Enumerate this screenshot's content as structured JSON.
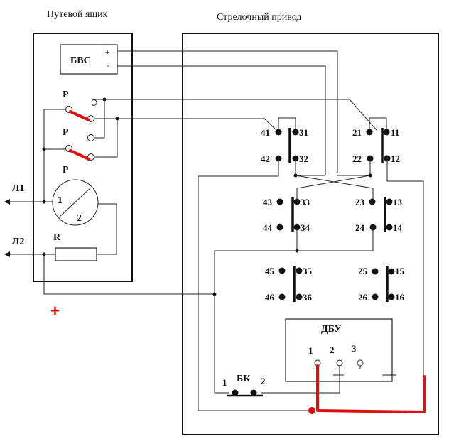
{
  "titles": {
    "track_box": "Путевой  ящик",
    "switch_drive": "Стрелочный привод"
  },
  "track_box": {
    "bvs": {
      "label": "БВС",
      "plus": "+",
      "minus": "-"
    },
    "relay_labels": [
      "Р",
      "Р",
      "Р"
    ],
    "relay_coil": {
      "terminal_1": "1",
      "terminal_2": "2"
    },
    "resistor": "R",
    "lines": {
      "l1": "Л1",
      "l2": "Л2"
    },
    "red_mark": "+"
  },
  "switch_drive": {
    "contacts": {
      "group_left": {
        "row1": [
          "41",
          "31"
        ],
        "row2": [
          "42",
          "32"
        ],
        "row3": [
          "43",
          "33"
        ],
        "row4": [
          "44",
          "34"
        ],
        "row5": [
          "45",
          "35"
        ],
        "row6": [
          "46",
          "36"
        ]
      },
      "group_right": {
        "row1": [
          "21",
          "11"
        ],
        "row2": [
          "22",
          "12"
        ],
        "row3": [
          "23",
          "13"
        ],
        "row4": [
          "24",
          "14"
        ],
        "row5": [
          "25",
          "15"
        ],
        "row6": [
          "26",
          "16"
        ]
      }
    },
    "dbu": {
      "label": "ДБУ",
      "terminals": [
        "1",
        "2",
        "3"
      ]
    },
    "bk": {
      "label": "БК",
      "terminal_1": "1",
      "terminal_2": "2"
    }
  },
  "colors": {
    "wire": "#222222",
    "highlight": "#e01010",
    "background": "#ffffff"
  }
}
